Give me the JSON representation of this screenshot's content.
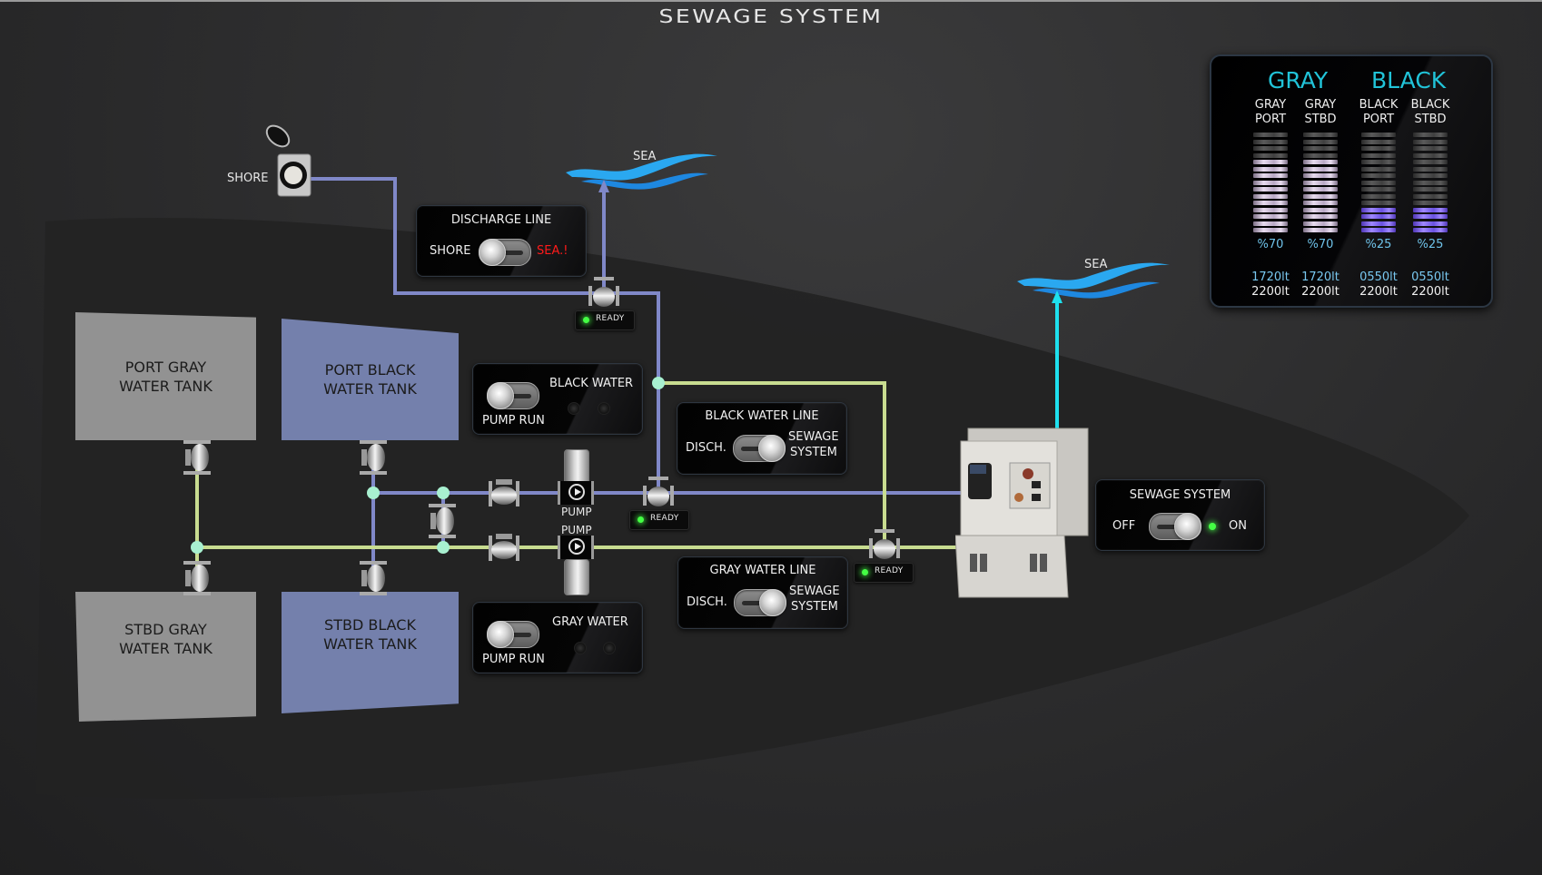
{
  "title": "SEWAGE SYSTEM",
  "colors": {
    "black_pipe": "#8088c8",
    "gray_pipe": "#c8dc90",
    "sea_pipe": "#1ee0ee",
    "node": "#a8f0d0",
    "accent_cyan": "#21c3d8",
    "alert_red": "#ff1a1a",
    "led_green": "#44ff44"
  },
  "shore": {
    "label": "SHORE",
    "icon": "shore-connection-icon"
  },
  "sea_outlets": [
    {
      "label": "SEA",
      "icon": "sea-waves-icon"
    },
    {
      "label": "SEA",
      "icon": "sea-waves-icon"
    }
  ],
  "tanks": {
    "port_gray": {
      "line1": "PORT GRAY",
      "line2": "WATER TANK"
    },
    "port_black": {
      "line1": "PORT BLACK",
      "line2": "WATER TANK"
    },
    "stbd_gray": {
      "line1": "STBD GRAY",
      "line2": "WATER TANK"
    },
    "stbd_black": {
      "line1": "STBD BLACK",
      "line2": "WATER TANK"
    }
  },
  "discharge_panel": {
    "title": "DISCHARGE LINE",
    "left_label": "SHORE",
    "right_label": "SEA.!",
    "state": "SHORE"
  },
  "black_pump_panel": {
    "title": "BLACK WATER",
    "switch_label": "PUMP RUN",
    "state": "off"
  },
  "gray_pump_panel": {
    "title": "GRAY WATER",
    "switch_label": "PUMP RUN",
    "state": "off"
  },
  "black_line_panel": {
    "title": "BLACK WATER LINE",
    "left_label": "DISCH.",
    "right_label_1": "SEWAGE",
    "right_label_2": "SYSTEM",
    "state": "SEWAGE SYSTEM"
  },
  "gray_line_panel": {
    "title": "GRAY WATER LINE",
    "left_label": "DISCH.",
    "right_label_1": "SEWAGE",
    "right_label_2": "SYSTEM",
    "state": "SEWAGE SYSTEM"
  },
  "sewage_panel": {
    "title": "SEWAGE SYSTEM",
    "off_label": "OFF",
    "on_label": "ON",
    "state": "ON"
  },
  "pumps": [
    {
      "label": "PUMP"
    },
    {
      "label": "PUMP"
    }
  ],
  "valve_status": [
    {
      "label": "READY"
    },
    {
      "label": "READY"
    },
    {
      "label": "READY"
    }
  ],
  "levels": {
    "heading_gray": "GRAY",
    "heading_black": "BLACK",
    "segments": 15,
    "tanks": [
      {
        "line1": "GRAY",
        "line2": "PORT",
        "percent_label": "%70",
        "percent": 70,
        "current": "1720lt",
        "capacity": "2200lt",
        "kind": "gray"
      },
      {
        "line1": "GRAY",
        "line2": "STBD",
        "percent_label": "%70",
        "percent": 70,
        "current": "1720lt",
        "capacity": "2200lt",
        "kind": "gray"
      },
      {
        "line1": "BLACK",
        "line2": "PORT",
        "percent_label": "%25",
        "percent": 25,
        "current": "0550lt",
        "capacity": "2200lt",
        "kind": "black"
      },
      {
        "line1": "BLACK",
        "line2": "STBD",
        "percent_label": "%25",
        "percent": 25,
        "current": "0550lt",
        "capacity": "2200lt",
        "kind": "black"
      }
    ]
  }
}
